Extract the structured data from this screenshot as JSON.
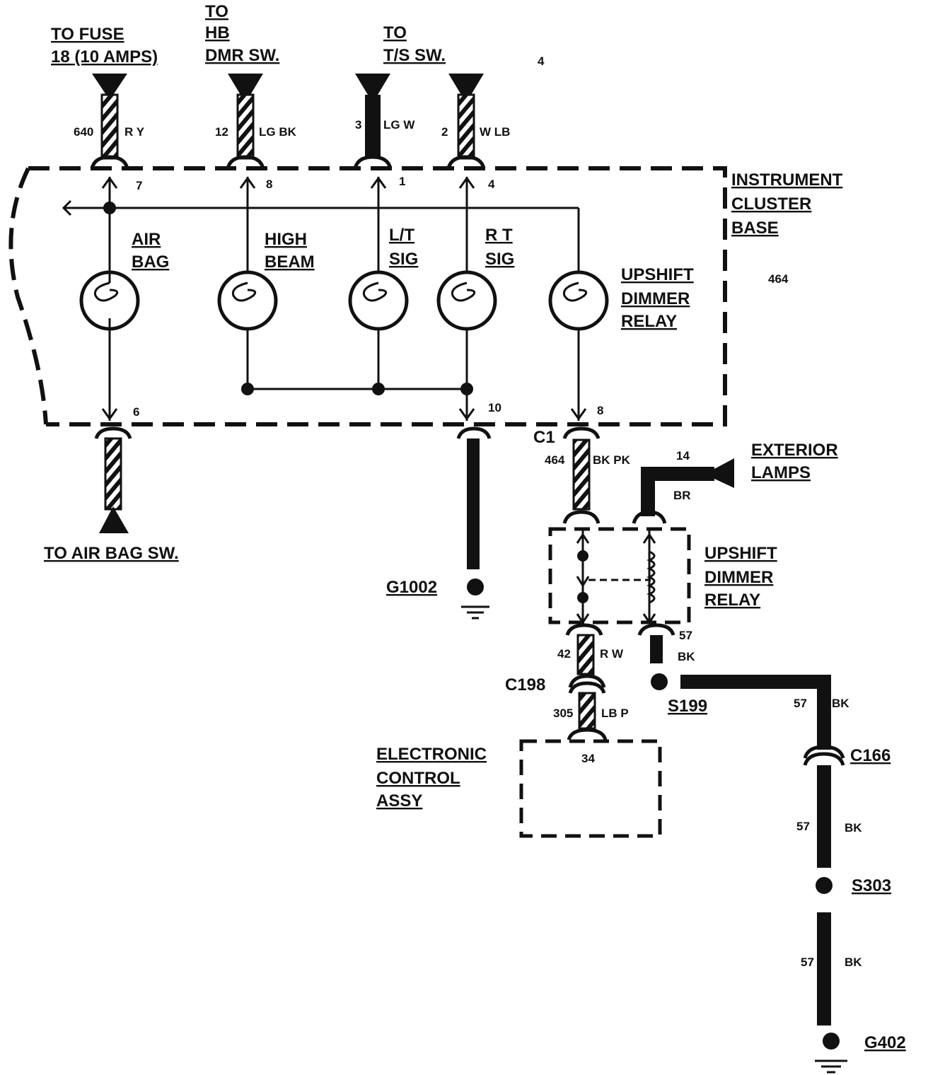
{
  "top_connectors": {
    "fuse": {
      "line1": "TO FUSE",
      "line2": "18 (10 AMPS)",
      "circuit": "640",
      "color": "R Y",
      "pin": "7"
    },
    "hb_dimmer": {
      "line1": "TO",
      "line2": "HB",
      "line3": "DMR SW.",
      "circuit": "12",
      "color": "LG BK",
      "pin": "8"
    },
    "ts_switch": {
      "line1": "TO",
      "line2": "T/S SW.",
      "page_mark": "4"
    },
    "lt_wire": {
      "circuit": "3",
      "color": "LG W",
      "pin": "1"
    },
    "rt_wire": {
      "circuit": "2",
      "color": "W LB",
      "pin": "4"
    }
  },
  "cluster": {
    "line1": "INSTRUMENT",
    "line2": "CLUSTER",
    "line3": "BASE",
    "ref": "464"
  },
  "lamps": {
    "air_bag": {
      "line1": "AIR",
      "line2": "BAG"
    },
    "high_beam": {
      "line1": "HIGH",
      "line2": "BEAM"
    },
    "lt_sig": {
      "line1": "L/T",
      "line2": "SIG"
    },
    "rt_sig": {
      "line1": "R T",
      "line2": "SIG"
    },
    "upshift": {
      "line1": "UPSHIFT",
      "line2": "DIMMER",
      "line3": "RELAY"
    }
  },
  "bottom_pins": {
    "air_bag": "6",
    "ground": "10",
    "c1": "8"
  },
  "air_bag_switch": "TO AIR BAG SW.",
  "ground_g1002": "G1002",
  "c1": {
    "name": "C1",
    "circuit": "464",
    "color": "BK PK"
  },
  "exterior": {
    "line1": "EXTERIOR",
    "line2": "LAMPS",
    "circuit": "14",
    "color": "BR"
  },
  "relay": {
    "line1": "UPSHIFT",
    "line2": "DIMMER",
    "line3": "RELAY"
  },
  "relay_out": {
    "circuit": "42",
    "color": "R W",
    "gnd_circuit": "57",
    "gnd_color": "BK"
  },
  "c198": {
    "name": "C198",
    "circuit": "305",
    "color": "LB P"
  },
  "s199": "S199",
  "ecu": {
    "line1": "ELECTRONIC",
    "line2": "CONTROL",
    "line3": "ASSY",
    "pin": "34"
  },
  "right_run": {
    "seg1": {
      "circuit": "57",
      "color": "BK"
    },
    "c166": "C166",
    "seg2": {
      "circuit": "57",
      "color": "BK"
    },
    "s303": "S303",
    "seg3": {
      "circuit": "57",
      "color": "BK"
    },
    "g402": "G402"
  }
}
